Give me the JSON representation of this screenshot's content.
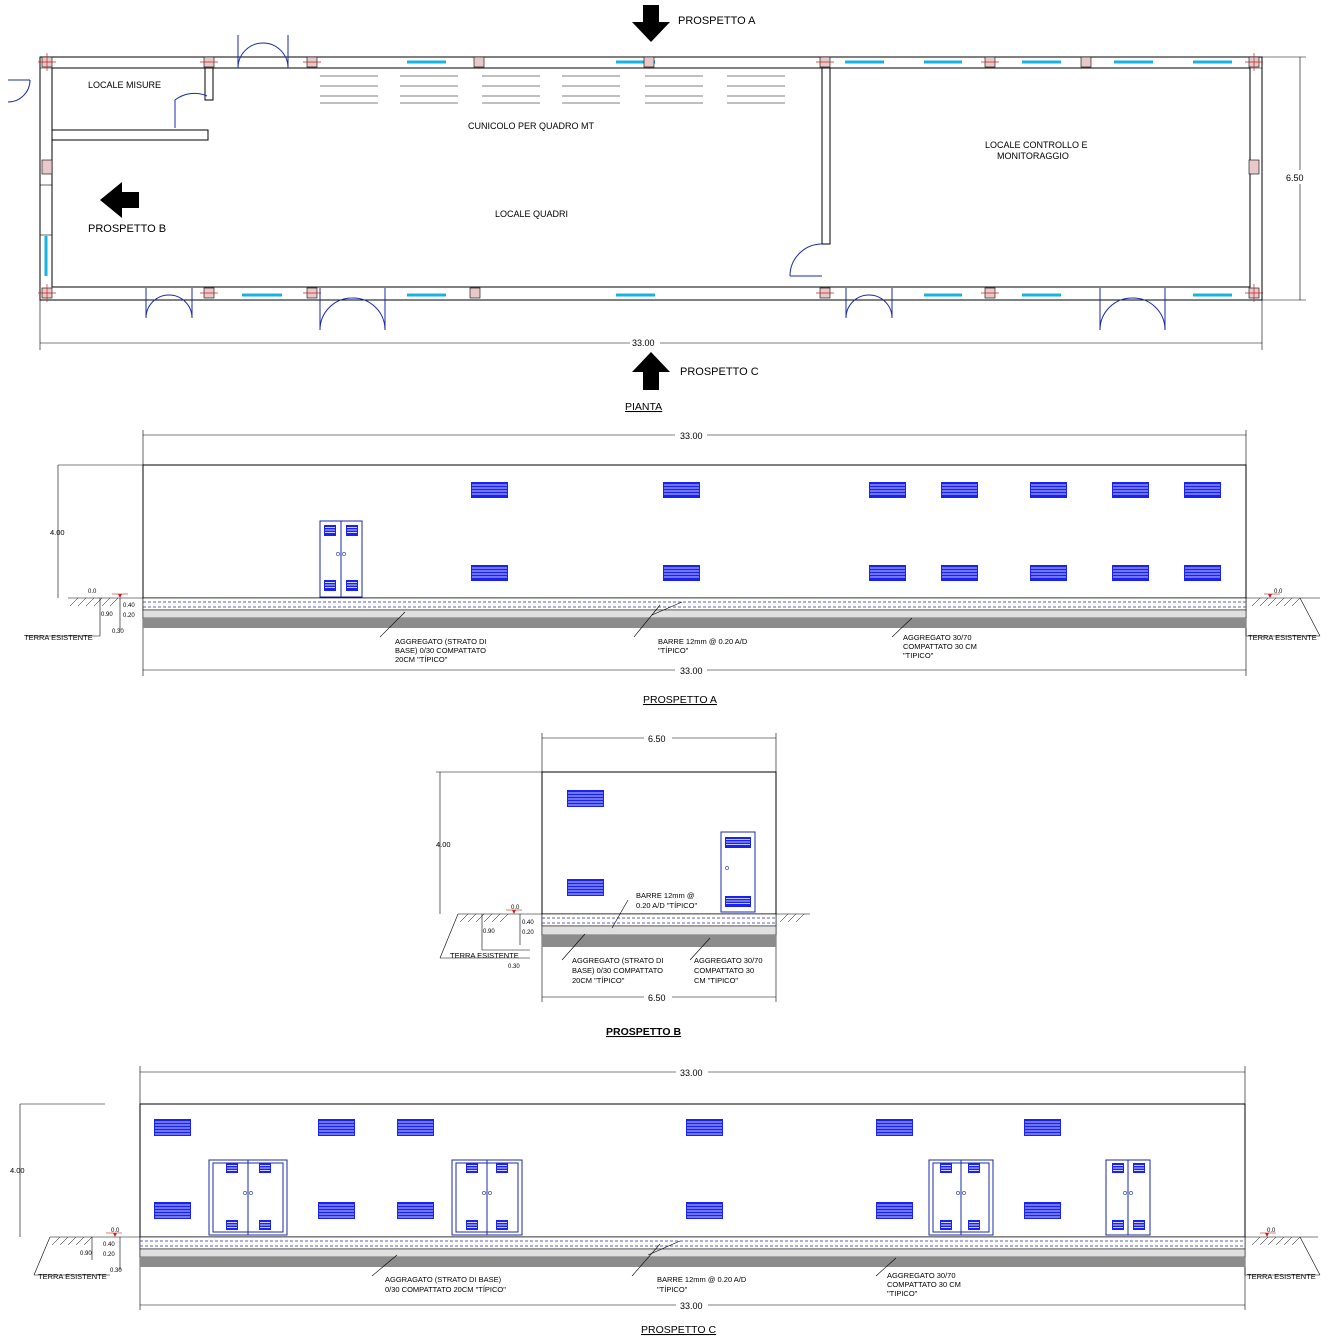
{
  "plan": {
    "arrow_a": "PROSPETTO A",
    "arrow_b": "PROSPETTO B",
    "arrow_c": "PROSPETTO C",
    "room_misure": "LOCALE  MISURE",
    "cunicolo": "CUNICOLO PER QUADRO MT",
    "room_quadri": "LOCALE  QUADRI",
    "room_controllo_1": "LOCALE CONTROLLO E",
    "room_controllo_2": "MONITORAGGIO",
    "dim_length": "33.00",
    "dim_width": "6.50",
    "title": "PIANTA"
  },
  "elev_a": {
    "dim_top": "33.00",
    "dim_bottom": "33.00",
    "height": "4.00",
    "level_left": "0.0",
    "level_right": "0.0",
    "d040": "0.40",
    "d090": "0.90",
    "d020": "0.20",
    "d030": "0.30",
    "terra_left": "TERRA ESISTENTE",
    "terra_right": "TERRA ESISTENTE",
    "note1_l1": "AGGREGATO (STRATO DI",
    "note1_l2": "BASE) 0/30 COMPATTATO",
    "note1_l3": "20CM  \"TÍPICO\"",
    "note2_l1": "BARRE 12mm @ 0.20 A/D",
    "note2_l2": "\"TÍPICO\"",
    "note3_l1": "AGGREGATO 30/70",
    "note3_l2": "COMPATTATO 30 CM",
    "note3_l3": "\"TIPICO\"",
    "title": "PROSPETTO A"
  },
  "elev_b": {
    "dim_top": "6.50",
    "dim_bottom": "6.50",
    "height": "4.00",
    "level": "0.0",
    "d040": "0.40",
    "d090": "0.90",
    "d020": "0.20",
    "d030": "0.30",
    "terra": "TERRA ESISTENTE",
    "note_barre_l1": "BARRE 12mm @",
    "note_barre_l2": "0.20 A/D  \"TÍPICO\"",
    "note1_l1": "AGGREGATO (STRATO DI",
    "note1_l2": "BASE) 0/30 COMPATTATO",
    "note1_l3": "20CM  \"TÍPICO\"",
    "note3_l1": "AGGREGATO 30/70",
    "note3_l2": "COMPATTATO 30",
    "note3_l3": "CM  \"TIPICO\"",
    "title": "PROSPETTO B"
  },
  "elev_c": {
    "dim_top": "33.00",
    "dim_bottom": "33.00",
    "height": "4.00",
    "level_left": "0.0",
    "level_right": "0.0",
    "d040": "0.40",
    "d090": "0.90",
    "d020": "0.20",
    "d030": "0.30",
    "terra_left": "TERRA ESISTENTE",
    "terra_right": "TERRA ESISTENTE",
    "note1_l1": "AGGRAGATO (STRATO DI BASE)",
    "note1_l2": "0/30 COMPATTATO 20CM  \"TÍPICO\"",
    "note2_l1": "BARRE 12mm @ 0.20 A/D",
    "note2_l2": "\"TÍPICO\"",
    "note3_l1": "AGGREGATO 30/70",
    "note3_l2": "COMPATTATO 30 CM",
    "note3_l3": "\"TIPICO\"",
    "title": "PROSPETTO C"
  },
  "colors": {
    "vent_blue": "#1a22f0",
    "glass_cyan": "#16b3e6",
    "door_blue": "#1a2aa8",
    "level_red": "#cc2020"
  }
}
